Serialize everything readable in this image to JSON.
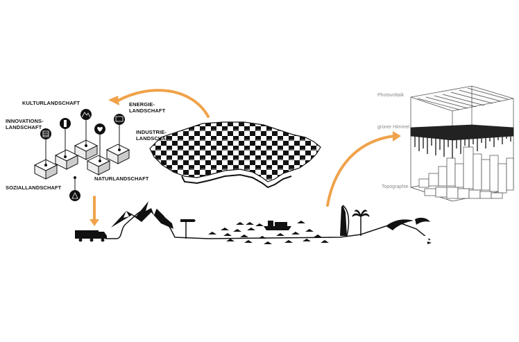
{
  "colors": {
    "accent_orange": "#f0a24a",
    "ink": "#111111",
    "muted": "#8a8a8a"
  },
  "left_diagram": {
    "labels": {
      "kultur": "KULTURLANDSCHAFT",
      "innovation_line1": "INNOVATIONS-",
      "innovation_line2": "LANDSCHAFT",
      "energie_line1": "ENERGIE-",
      "energie_line2": "LANDSCHAFT",
      "industrie_line1": "INDUSTRIE-",
      "industrie_line2": "LANDSCHAFT",
      "sozial": "SOZIALLANDSCHAFT",
      "natur": "NATURLANDSCHAFT"
    },
    "icons": [
      "building-icon",
      "tower-icon",
      "mountain-icon",
      "heart-icon",
      "factory-icon",
      "warning-icon"
    ]
  },
  "right_diagram": {
    "labels": {
      "photovoltaik": "Photovoltaik",
      "gruener_himmel": "grüner Himmel",
      "topographie": "Topographie"
    }
  },
  "bottom_scene": {
    "elements": [
      "truck-icon",
      "mountains",
      "signpost-icon",
      "sea-waves",
      "ship-icon",
      "burj-tower-icon",
      "palm-tree-icon",
      "dunes"
    ]
  }
}
